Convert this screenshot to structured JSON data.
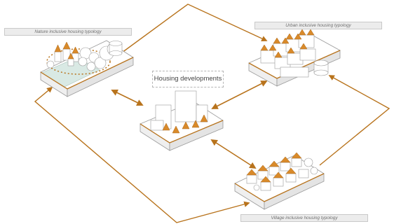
{
  "labels": {
    "nature": "Nature inclusive housing typology",
    "urban": "Urban inclusive housing typology",
    "village": "Village inclusive housing typology",
    "center": "Housing developments"
  },
  "colors": {
    "arrow": "#b8731c",
    "roof": "#d98a2a",
    "outline": "#9a9a9a",
    "platform_top": "#ffffff",
    "platform_side": "#efefef",
    "water": "#d9e9e4",
    "label_bg": "#ececec"
  },
  "icons": {
    "connector": "double-headed-arrow",
    "loop": "single-headed-arrow"
  }
}
